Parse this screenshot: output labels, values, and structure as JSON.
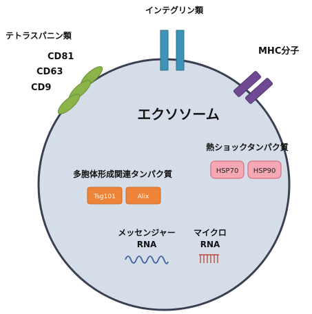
{
  "diagram": {
    "title": "エクソソーム",
    "labels": {
      "integrin": "インテグリン類",
      "tetraspanin": "テトラスパニン類",
      "cd81": "CD81",
      "cd63": "CD63",
      "cd9": "CD9",
      "mhc": "MHC分子",
      "hsp_group": "熱ショックタンパク質",
      "mvb_group": "多胞体形成関連タンパク質",
      "mrna_line1": "メッセンジャー",
      "mrna_line2": "RNA",
      "mirna_line1": "マイクロ",
      "mirna_line2": "RNA"
    },
    "boxes": {
      "tsg101": "Tsg101",
      "alix": "Alix",
      "hsp70": "HSP70",
      "hsp90": "HSP90"
    },
    "colors": {
      "vesicle_fill": "#d5dde9",
      "vesicle_stroke": "#3a3f52",
      "integrin": "#3f93b7",
      "tetraspanin": "#8ab349",
      "mhc": "#6f4a93",
      "orange_box": "#ee8236",
      "pink_box": "#f5a8b3",
      "mrna": "#3e5f9e",
      "mirna": "#c1473d"
    }
  }
}
